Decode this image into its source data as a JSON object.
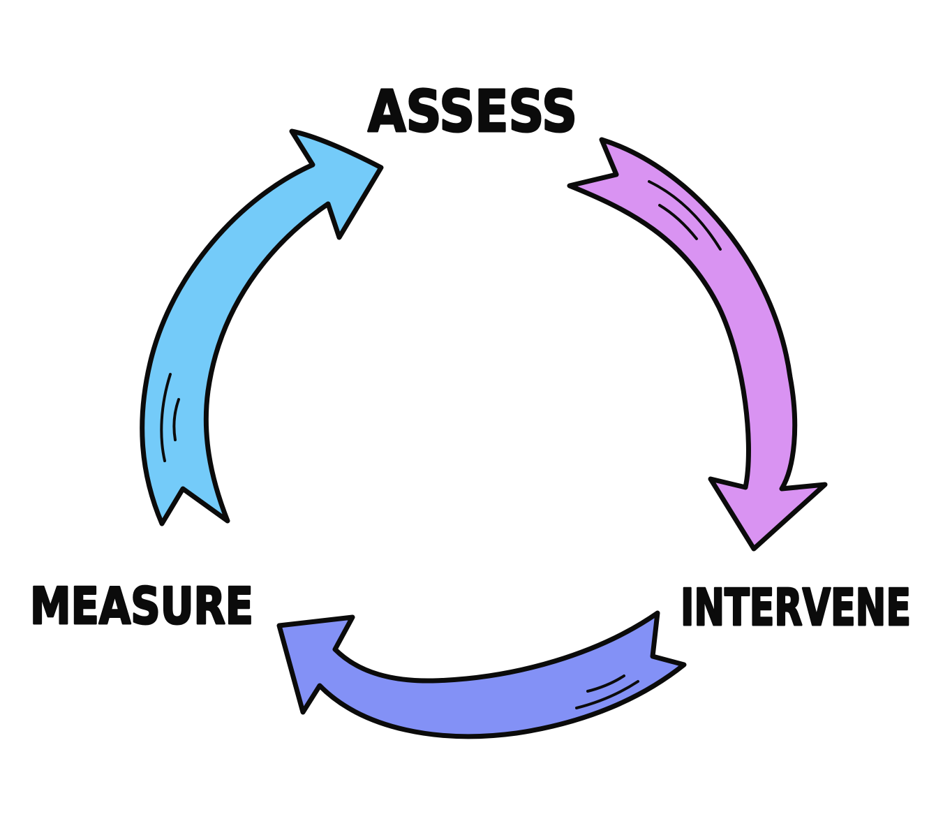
{
  "diagram": {
    "stages": [
      {
        "id": "assess",
        "label": "ASSESS"
      },
      {
        "id": "intervene",
        "label": "INTERVENE"
      },
      {
        "id": "measure",
        "label": "MEASURE"
      }
    ],
    "arrows": [
      {
        "from": "assess",
        "to": "intervene",
        "color": "#d993f2"
      },
      {
        "from": "intervene",
        "to": "measure",
        "color": "#8391f6"
      },
      {
        "from": "measure",
        "to": "assess",
        "color": "#74cbf9"
      }
    ],
    "outline_color": "#0b0b0b",
    "background": "#ffffff"
  }
}
